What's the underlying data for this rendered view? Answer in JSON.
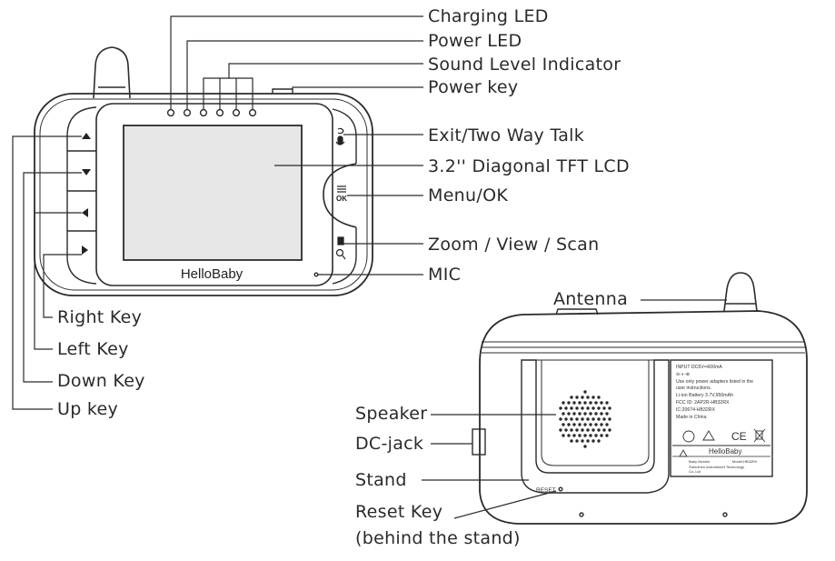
{
  "front_callouts": {
    "charging_led": "Charging LED",
    "power_led": "Power LED",
    "sound_level_indicator": "Sound Level Indicator",
    "power_key": "Power key",
    "exit_two_way_talk": "Exit/Two Way Talk",
    "lcd": "3.2'' Diagonal TFT LCD",
    "menu_ok": "Menu/OK",
    "zoom_view_scan": "Zoom / View / Scan",
    "mic": "MIC",
    "right_key": "Right Key",
    "left_key": "Left Key",
    "down_key": "Down Key",
    "up_key": "Up key"
  },
  "back_callouts": {
    "antenna": "Antenna",
    "speaker": "Speaker",
    "dc_jack": "DC-jack",
    "stand": "Stand",
    "reset_key_line1": "Reset Key",
    "reset_key_line2": "(behind the stand)"
  },
  "device_text": {
    "brand": "HelloBaby",
    "ok_label": "OK",
    "reset_label": "RESET",
    "sticker": {
      "input": "INPUT DC6V═600mA",
      "polarity": "⊖-◐-⊕",
      "line1": "Use only power adapters listed in the",
      "line2": "user instructions.",
      "battery": "Li-ion Battery 3.7V,950mAh",
      "fcc": "FCC ID: 2AP2R-HB32RX",
      "ic": "IC:20674-HB32RX",
      "made_in": "Made in China",
      "marks": "CE",
      "brand": "HelloBaby",
      "model_a": "Baby Monitor",
      "model_b": "Model:HB32RX",
      "maker_a": "Shenzhen indechmeet Technology",
      "maker_b": "Co.,Ltd"
    }
  },
  "colors": {
    "line": "#2b2b2b",
    "screen": "#e6e6e6",
    "device_fill": "#ffffff",
    "text": "#2a2a2a"
  },
  "icons": [
    "up-arrow-icon",
    "down-arrow-icon",
    "left-arrow-icon",
    "right-arrow-icon",
    "talk-icon",
    "menu-icon",
    "zoom-icon",
    "warning-icon",
    "weee-bin-icon"
  ]
}
